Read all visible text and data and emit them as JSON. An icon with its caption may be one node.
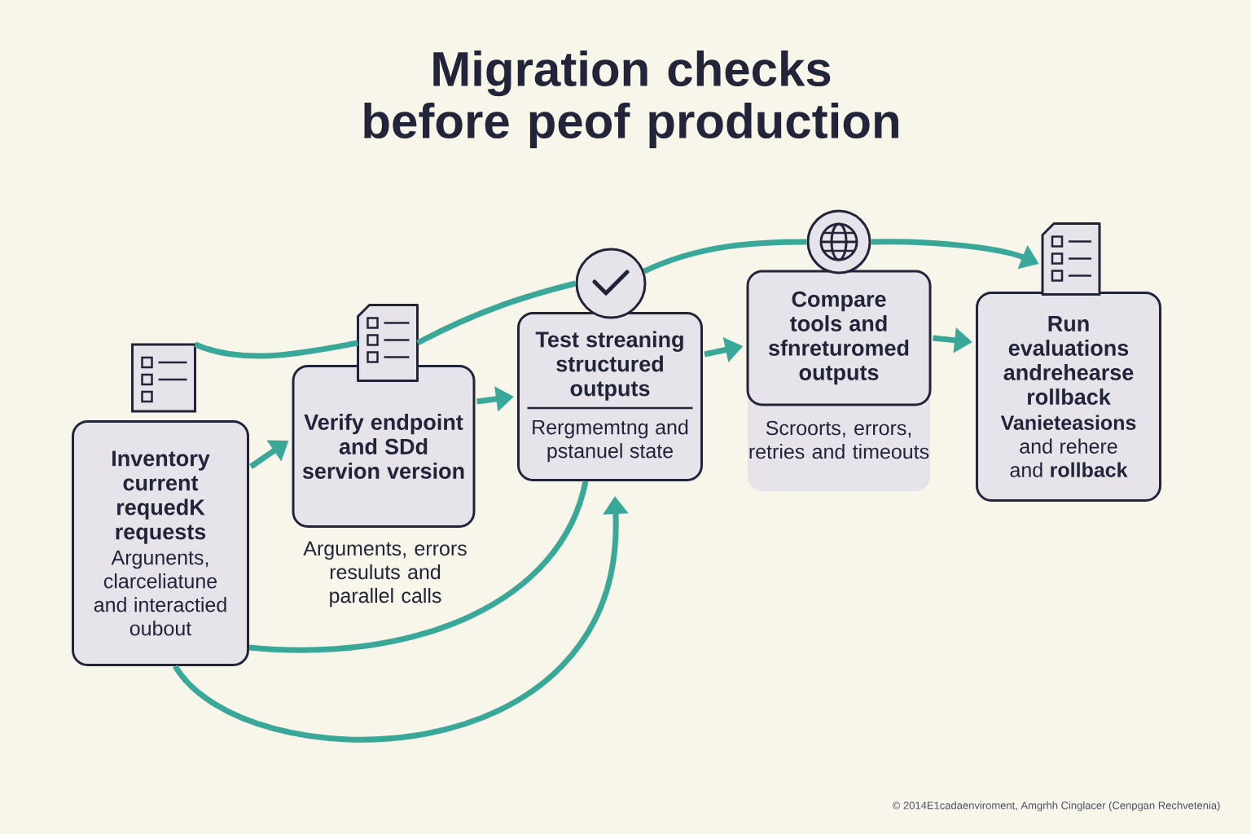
{
  "diagram": {
    "title": "Migration checks before peof production",
    "nodes": [
      {
        "text": [
          "Inventory current requedK requests",
          "Argunents, clarceliatune and interactied oubout"
        ]
      },
      {
        "text": [
          "Verify endpoint and SDd servion version"
        ],
        "beside": [
          "Arguments, errors resuluts and parallel calls"
        ]
      },
      {
        "text": [
          "Test streaning structured outputs",
          "Rergmemtng and pstanuel state"
        ]
      },
      {
        "text": [
          "Compare tools and sfnreturomed outputs"
        ],
        "beside": [
          "Scroorts, errors, retries and timeouts"
        ]
      },
      {
        "text": [
          "Run evaluations andrehearse rollback",
          "**Vanieteasions** and rehere and **rollback**"
        ]
      },
      {
        "text": [],
        "shape": "document"
      },
      {
        "text": [],
        "shape": "document"
      },
      {
        "text": [],
        "shape": "circle"
      },
      {
        "text": [],
        "shape": "circle"
      },
      {
        "text": [],
        "shape": "document"
      }
    ],
    "edges": [
      {
        "from": 0,
        "to": 1,
        "arrow": "to"
      },
      {
        "from": 1,
        "to": 2,
        "arrow": "to"
      },
      {
        "from": 2,
        "to": 3,
        "arrow": "to"
      },
      {
        "from": 3,
        "to": 4,
        "arrow": "to"
      },
      {
        "from": 5,
        "to": 6,
        "arrow": "none"
      },
      {
        "from": 6,
        "to": 7,
        "arrow": "none"
      },
      {
        "from": 7,
        "to": 8,
        "arrow": "none"
      },
      {
        "from": 8,
        "to": 9,
        "arrow": "to"
      },
      {
        "from": 0,
        "to": 2,
        "arrow": "none"
      },
      {
        "from": 0,
        "to": 2,
        "arrow": "to"
      }
    ],
    "labels": [
      "© 2014E1cadaenviroment, Amgrhh Cinglacer (Cenpgan Rechvetenia)"
    ]
  }
}
